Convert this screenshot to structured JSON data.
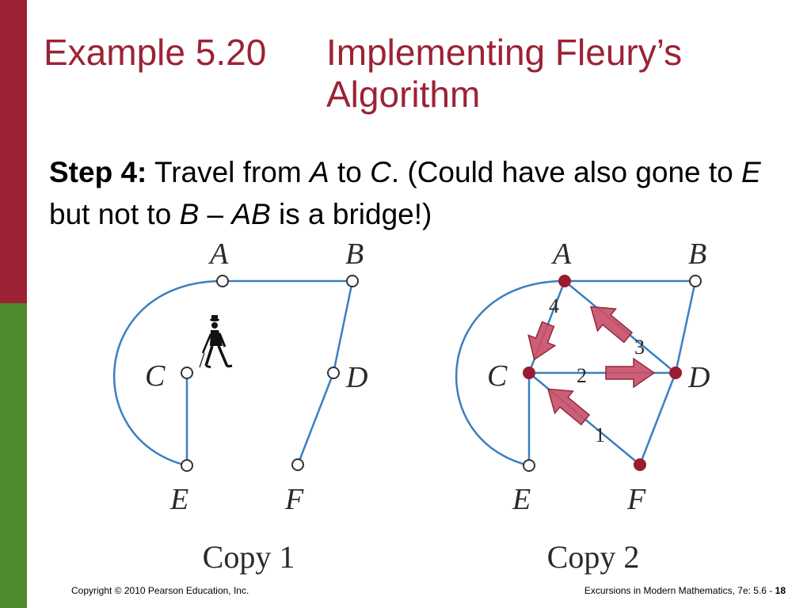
{
  "slide": {
    "title_label": "Example 5.20",
    "title_text": "Implementing Fleury’s Algorithm"
  },
  "step": {
    "label": "Step 4:",
    "seg1": " Travel from ",
    "from": "A",
    "seg2": " to ",
    "to": "C",
    "seg3": ". (Could have also gone to ",
    "alt": "E",
    "seg4": " but not to ",
    "not": "B",
    "seg5": " – ",
    "bridge": "AB",
    "seg6": " is a bridge!)"
  },
  "graph1": {
    "caption": "Copy 1",
    "labels": {
      "A": "A",
      "B": "B",
      "C": "C",
      "D": "D",
      "E": "E",
      "F": "F"
    }
  },
  "graph2": {
    "caption": "Copy 2",
    "labels": {
      "A": "A",
      "B": "B",
      "C": "C",
      "D": "D",
      "E": "E",
      "F": "F"
    },
    "edge_labels": {
      "1": "1",
      "2": "2",
      "3": "3",
      "4": "4"
    }
  },
  "footer": {
    "left": "Copyright © 2010 Pearson Education, Inc.",
    "right_prefix": "Excursions in Modern Mathematics, 7e: 5.6 - ",
    "right_page": "18"
  },
  "colors": {
    "accent": "#9b2335",
    "green": "#4e8a2e",
    "edge": "#3a7fc1",
    "arrow_fill": "#c9506a"
  }
}
